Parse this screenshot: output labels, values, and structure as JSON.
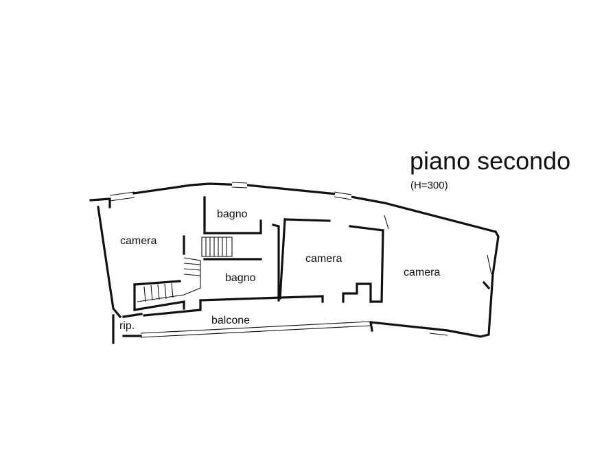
{
  "title": "piano secondo",
  "subtitle": "(H=300)",
  "rooms": {
    "camera_left": "camera",
    "bagno_top": "bagno",
    "bagno_bottom": "bagno",
    "camera_center": "camera",
    "camera_right": "camera",
    "balcone": "balcone",
    "rip": "rip."
  }
}
